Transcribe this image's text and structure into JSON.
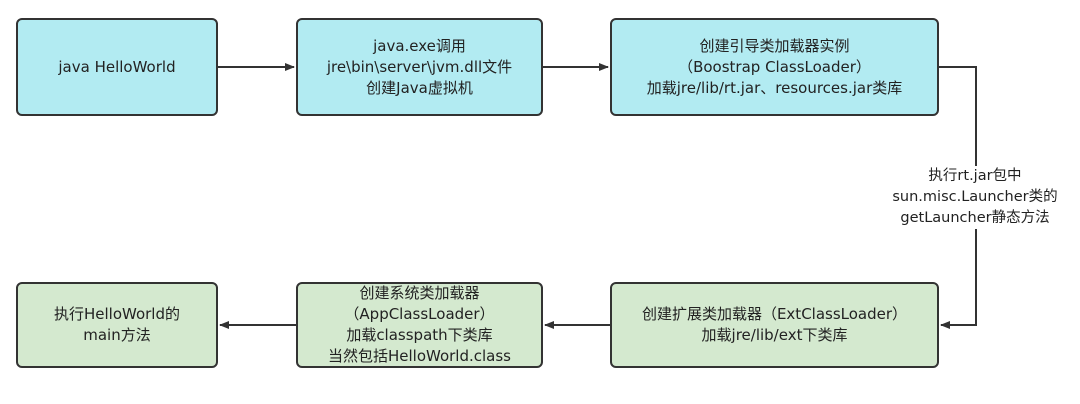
{
  "nodes": {
    "n1": {
      "lines": [
        "java HelloWorld"
      ]
    },
    "n2": {
      "lines": [
        "java.exe调用",
        "jre\\bin\\server\\jvm.dll文件",
        "创建Java虚拟机"
      ]
    },
    "n3": {
      "lines": [
        "创建引导类加载器实例",
        "（Boostrap ClassLoader）",
        "加载jre/lib/rt.jar、resources.jar类库"
      ]
    },
    "n4": {
      "lines": [
        "创建扩展类加载器（ExtClassLoader）",
        "加载jre/lib/ext下类库"
      ]
    },
    "n5": {
      "lines": [
        "创建系统类加载器",
        "（AppClassLoader）",
        "加载classpath下类库",
        "当然包括HelloWorld.class"
      ]
    },
    "n6": {
      "lines": [
        "执行HelloWorld的",
        "main方法"
      ]
    }
  },
  "edge_label": {
    "lines": [
      "执行rt.jar包中",
      "sun.misc.Launcher类的",
      "getLauncher静态方法"
    ]
  },
  "colors": {
    "top_row_fill": "#b2ebf2",
    "bottom_row_fill": "#d4e9cf",
    "stroke": "#333333"
  }
}
